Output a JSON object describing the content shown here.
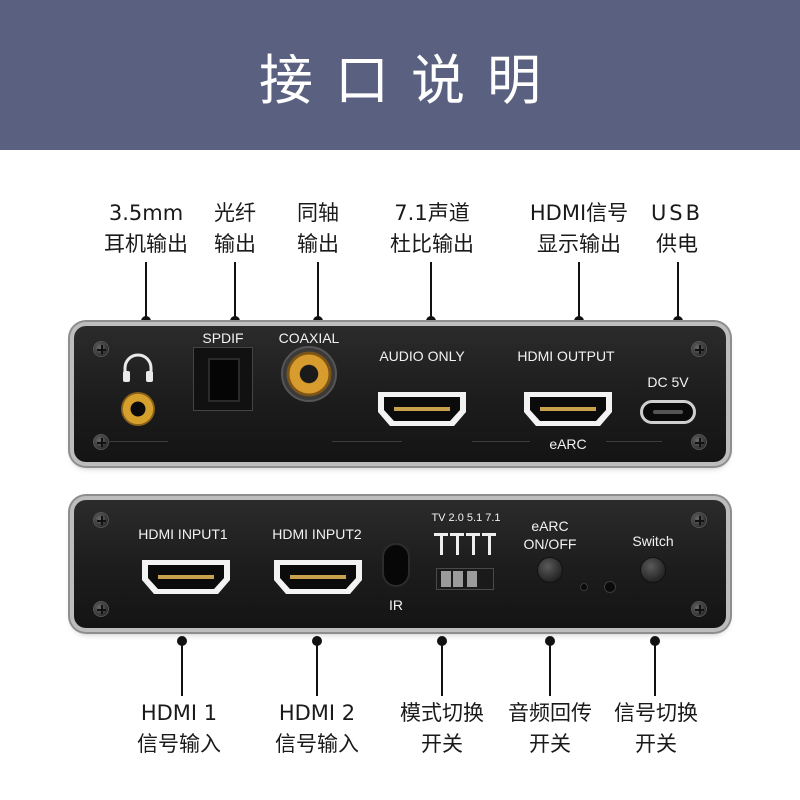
{
  "header": {
    "title": "接口说明",
    "background": "#5a6180"
  },
  "top_labels": [
    {
      "line1": "3.5mm",
      "line2": "耳机输出"
    },
    {
      "line1": "光纤",
      "line2": "输出"
    },
    {
      "line1": "同轴",
      "line2": "输出"
    },
    {
      "line1": "7.1声道",
      "line2": "杜比输出"
    },
    {
      "line1": "HDMI信号",
      "line2": "显示输出"
    },
    {
      "line1": "USB",
      "line2": "供电"
    }
  ],
  "bottom_labels": [
    {
      "line1": "HDMI 1",
      "line2": "信号输入"
    },
    {
      "line1": "HDMI 2",
      "line2": "信号输入"
    },
    {
      "line1": "模式切换",
      "line2": "开关"
    },
    {
      "line1": "音频回传",
      "line2": "开关"
    },
    {
      "line1": "信号切换",
      "line2": "开关"
    }
  ],
  "top_panel": {
    "spdif": "SPDIF",
    "coaxial": "COAXIAL",
    "audio_only": "AUDIO ONLY",
    "hdmi_output": "HDMI OUTPUT",
    "earc": "eARC",
    "dc": "DC  5V",
    "headphone_icon": "headphone-icon"
  },
  "bottom_panel": {
    "hdmi_input1": "HDMI INPUT1",
    "hdmi_input2": "HDMI INPUT2",
    "ir": "IR",
    "mode_options": "TV 2.0 5.1 7.1",
    "earc_label_1": "eARC",
    "earc_label_2": "ON/OFF",
    "switch": "Switch"
  },
  "colors": {
    "panel": "#1c1c1c",
    "gold": "#d89b2d",
    "frame": "#bdbdbd"
  }
}
